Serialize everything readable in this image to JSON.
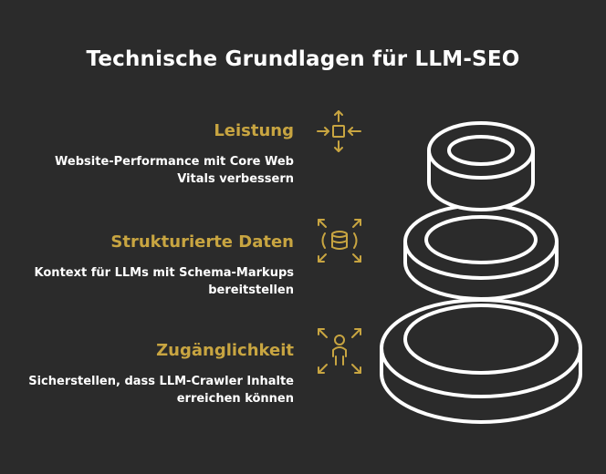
{
  "title": "Technische Grundlagen für LLM-SEO",
  "items": [
    {
      "heading": "Leistung",
      "desc_line1": "Website-Performance mit Core Web",
      "desc_line2": "Vitals verbessern",
      "icon": "performance-arrows-icon"
    },
    {
      "heading": "Strukturierte Daten",
      "desc_line1": "Kontext für LLMs mit Schema-Markups",
      "desc_line2": "bereitstellen",
      "icon": "database-expand-icon"
    },
    {
      "heading": "Zugänglichkeit",
      "desc_line1": "Sicherstellen, dass LLM-Crawler Inhalte",
      "desc_line2": "erreichen können",
      "icon": "person-expand-icon"
    }
  ],
  "colors": {
    "background": "#2b2b2b",
    "accent": "#c8a541",
    "text": "#ffffff"
  }
}
